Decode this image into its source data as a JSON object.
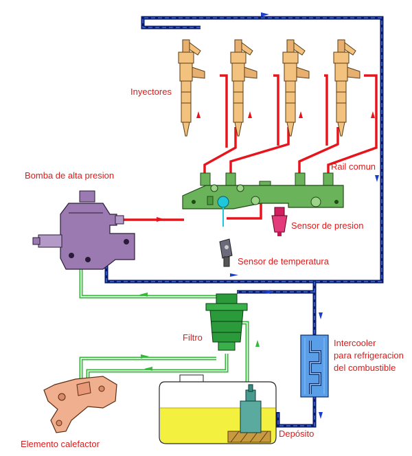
{
  "labels": {
    "injectors": "Inyectores",
    "rail": "Rail comun",
    "pump": "Bomba de alta presion",
    "pressure_sensor": "Sensor de presion",
    "temp_sensor": "Sensor de temperatura",
    "filter": "Filtro",
    "intercooler_1": "Intercooler",
    "intercooler_2": "para refrigeracion",
    "intercooler_3": "del combustible",
    "heater": "Elemento calefactor",
    "tank": "Depósito"
  },
  "colors": {
    "high_pressure": "#e8141c",
    "return_line": "#0a1a6e",
    "return_line_inner": "#3a6fd8",
    "feed_line": "#36b83a",
    "flow_arrow_blue": "#1a3fd0",
    "label_text": "#e01818",
    "injector_body": "#f2c27e",
    "rail_body": "#6bb35a",
    "pump_body": "#9a7ab0",
    "filter_body": "#2a9a3a",
    "intercooler_body": "#5a9ee8",
    "tank_fuel": "#f4f040",
    "heater_body": "#f0b090"
  },
  "icons": {
    "flow_arrow": "arrow-icon"
  }
}
